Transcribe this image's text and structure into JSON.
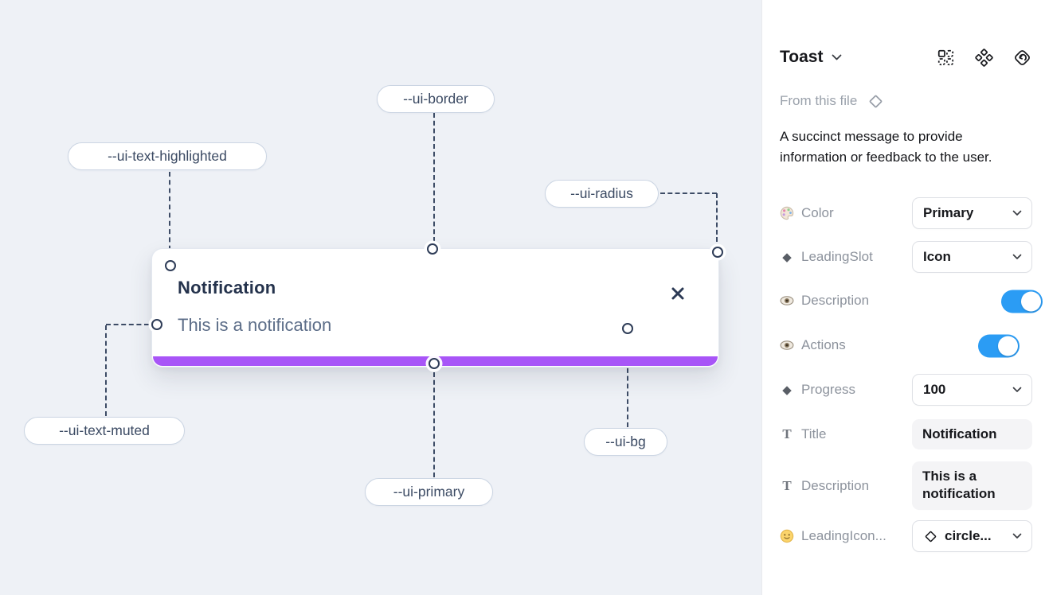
{
  "canvas": {
    "toast": {
      "title": "Notification",
      "description": "This is a notification"
    },
    "callouts": [
      {
        "label": "--ui-border"
      },
      {
        "label": "--ui-text-highlighted"
      },
      {
        "label": "--ui-radius"
      },
      {
        "label": "--ui-text-muted"
      },
      {
        "label": "--ui-primary"
      },
      {
        "label": "--ui-bg"
      }
    ],
    "colors": {
      "primary": "#a855f7",
      "canvas_background": "#eef1f6",
      "annotation": "#3d4c66"
    }
  },
  "panel": {
    "title": "Toast",
    "source": "From this file",
    "description": "A succinct message to provide information or feedback to the user.",
    "header_icons": [
      "variants-grid-icon",
      "component-icon",
      "go-to-main-component-icon"
    ],
    "toggle_color": "#2b9cf4",
    "icon_glyphs": {
      "diamond": "◆",
      "text": "T"
    },
    "properties": [
      {
        "icon": "palette-icon",
        "label": "Color",
        "control": "dropdown",
        "value": "Primary"
      },
      {
        "icon": "diamond-icon",
        "label": "LeadingSlot",
        "control": "dropdown",
        "value": "Icon"
      },
      {
        "icon": "eye-icon",
        "label": "Description",
        "control": "toggle",
        "value": "on"
      },
      {
        "icon": "eye-icon",
        "label": "Actions",
        "control": "toggle",
        "value": "on"
      },
      {
        "icon": "diamond-icon",
        "label": "Progress",
        "control": "dropdown",
        "value": "100"
      },
      {
        "icon": "text-icon",
        "label": "Title",
        "control": "text",
        "value": "Notification"
      },
      {
        "icon": "text-icon",
        "label": "Description",
        "control": "text",
        "value": "This is a notification"
      },
      {
        "icon": "smiley-icon",
        "label": "LeadingIcon...",
        "control": "icon-dropdown",
        "value": "circle..."
      }
    ]
  }
}
